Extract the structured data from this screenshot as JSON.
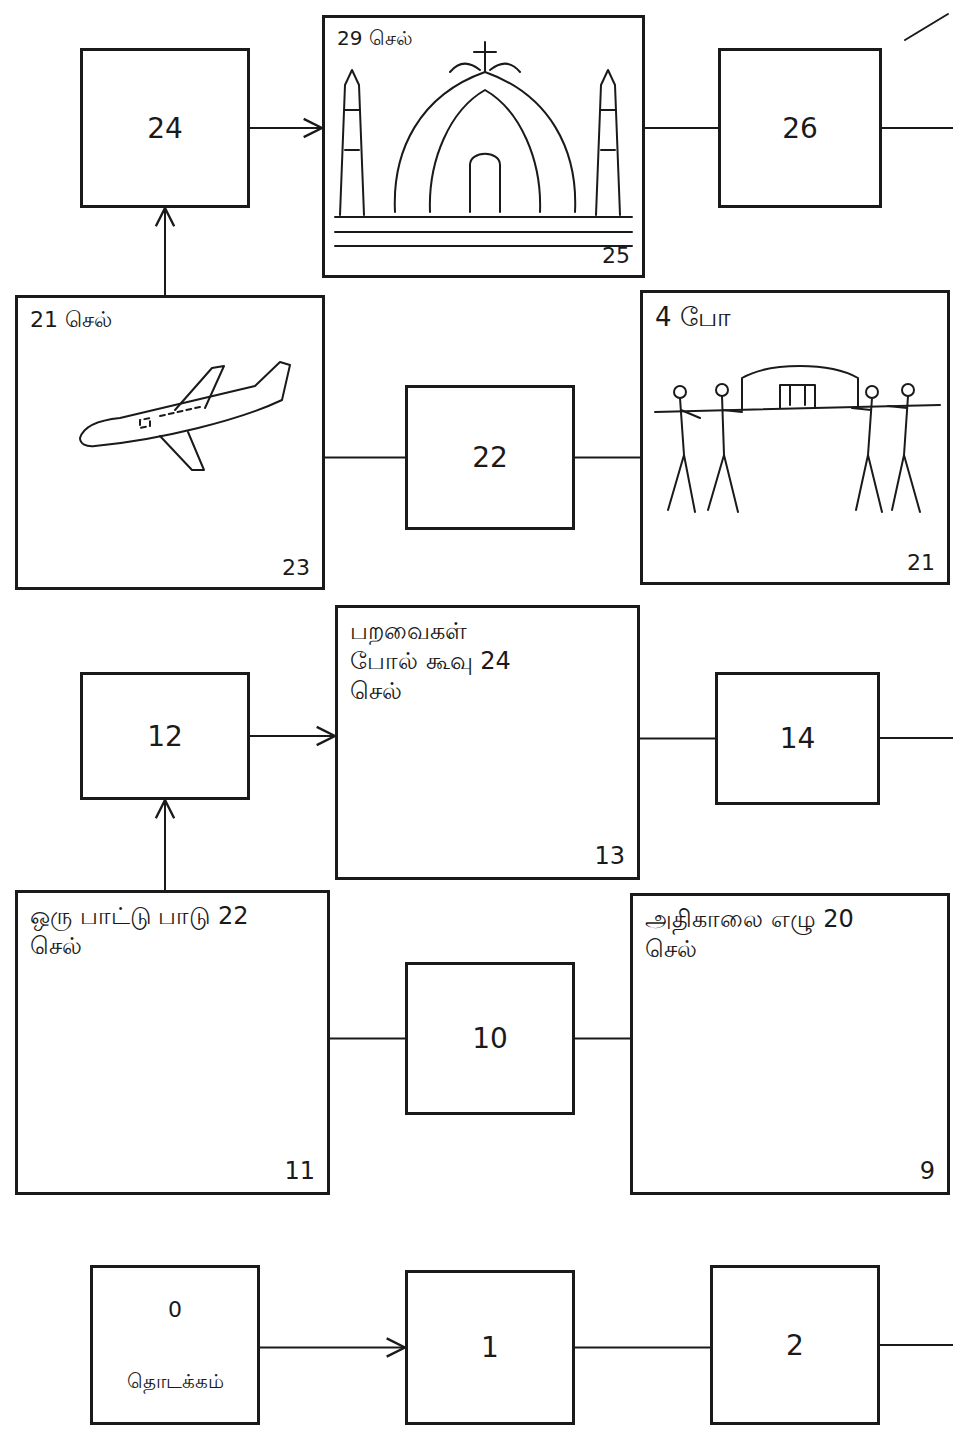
{
  "diagram": {
    "nodes": [
      {
        "text": [
          "24"
        ]
      },
      {
        "text": [
          "29 செல்",
          "25"
        ]
      },
      {
        "text": [
          "26"
        ]
      },
      {
        "text": [
          "21 செல்",
          "23"
        ]
      },
      {
        "text": [
          "22"
        ]
      },
      {
        "text": [
          "4 போ",
          "21"
        ]
      },
      {
        "text": [
          "12"
        ]
      },
      {
        "text": [
          "பறவைகள் போல் கூவு 24 செல்",
          "13"
        ]
      },
      {
        "text": [
          "14"
        ]
      },
      {
        "text": [
          "ஒரு பாட்டு பாடு 22 செல்",
          "11"
        ]
      },
      {
        "text": [
          "10"
        ]
      },
      {
        "text": [
          "அதிகாலை எழு 20 செல்",
          "9"
        ]
      },
      {
        "text": [
          "0",
          "தொடக்கம்"
        ]
      },
      {
        "text": [
          "1"
        ]
      },
      {
        "text": [
          "2"
        ]
      }
    ],
    "edges": [
      {
        "from": 12,
        "to": 13,
        "arrow": "to"
      },
      {
        "from": 13,
        "to": 14,
        "arrow": "none"
      },
      {
        "from": 11,
        "to": 10,
        "arrow": "none"
      },
      {
        "from": 10,
        "to": 9,
        "arrow": "none"
      },
      {
        "from": 9,
        "to": 6,
        "arrow": "to"
      },
      {
        "from": 6,
        "to": 7,
        "arrow": "to"
      },
      {
        "from": 7,
        "to": 8,
        "arrow": "none"
      },
      {
        "from": 5,
        "to": 4,
        "arrow": "none"
      },
      {
        "from": 4,
        "to": 3,
        "arrow": "none"
      },
      {
        "from": 3,
        "to": 0,
        "arrow": "to"
      },
      {
        "from": 0,
        "to": 1,
        "arrow": "to"
      },
      {
        "from": 1,
        "to": 2,
        "arrow": "none"
      }
    ]
  }
}
